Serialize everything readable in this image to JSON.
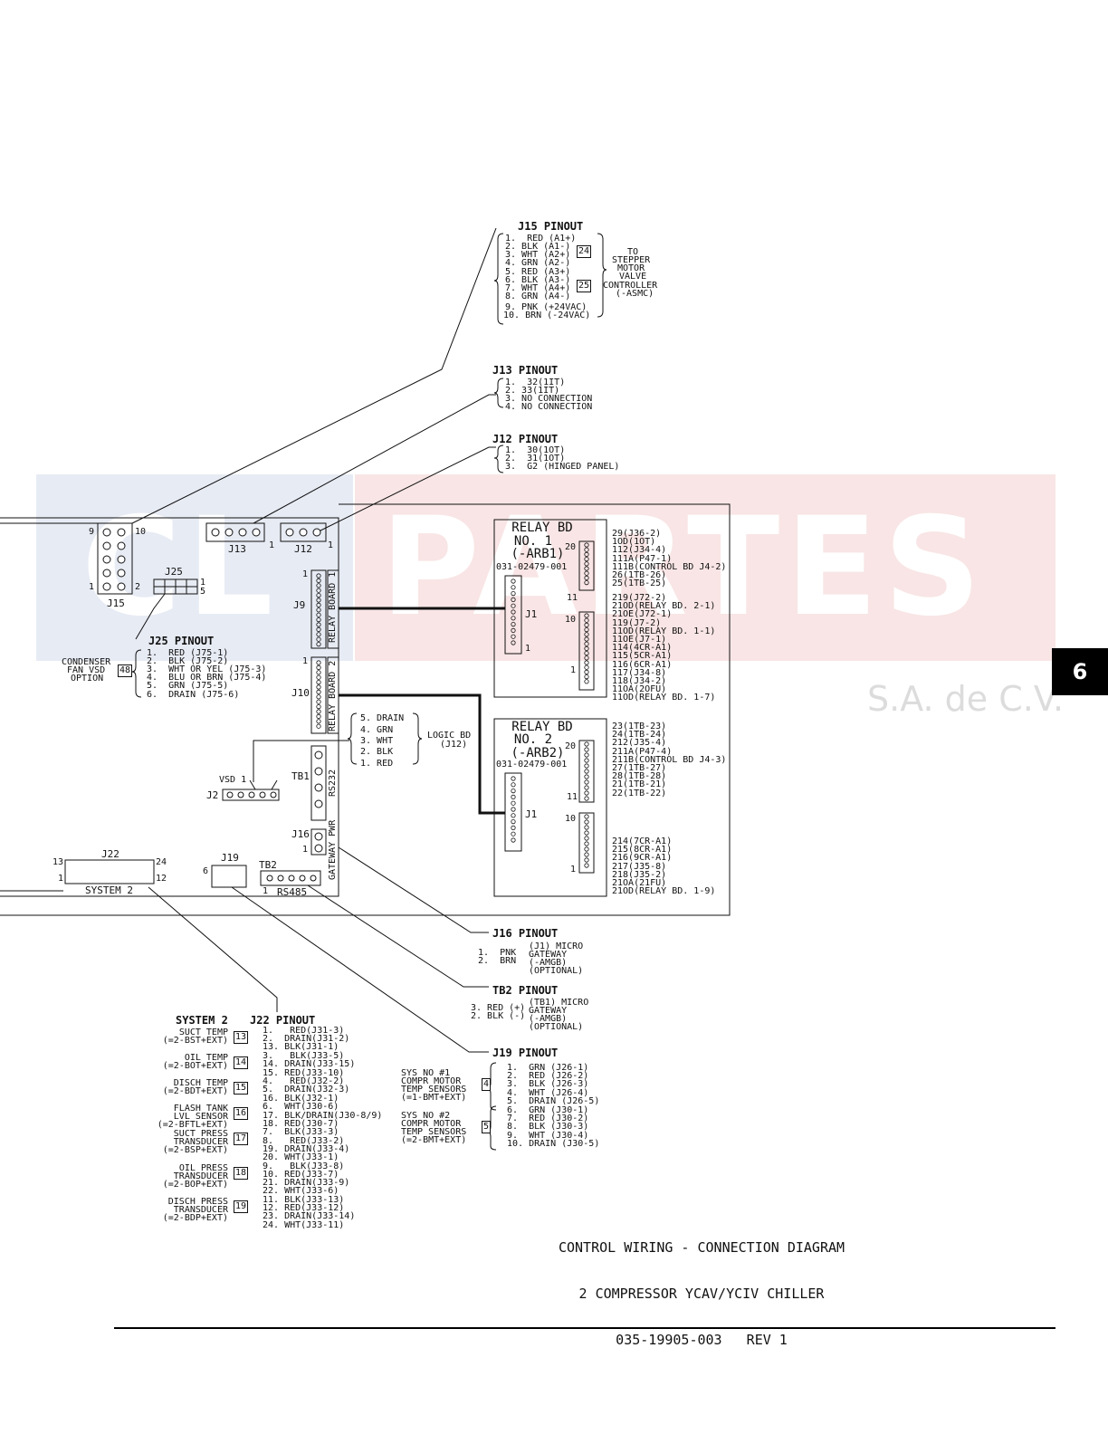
{
  "watermark": {
    "left_text": "CL",
    "right_text": "PARTES",
    "sub_text": "S.A. de C.V.",
    "colors": {
      "blue_band": "#e7ebf4",
      "red_band": "#f9e5e5"
    }
  },
  "section_tab": "6",
  "title_block": {
    "line1": "CONTROL WIRING - CONNECTION DIAGRAM",
    "line2": "2 COMPRESSOR YCAV/YCIV CHILLER",
    "line3": "035-19905-003   REV 1"
  },
  "j15_pinout": {
    "title": "J15 PINOUT",
    "pins": [
      "1.  RED (A1+)",
      "2. BLK (A1-)",
      "3. WHT (A2+)",
      "4. GRN (A2-)",
      "5. RED (A3+)",
      "6. BLK (A3-)",
      "7. WHT (A4+)",
      "8. GRN (A4-)",
      "9. PNK (+24VAC)",
      "10. BRN (-24VAC)"
    ],
    "box_a": "24",
    "box_b": "25",
    "dest": [
      "TO",
      "STEPPER",
      "MOTOR",
      "VALVE",
      "CONTROLLER",
      "(-ASMC)"
    ]
  },
  "j13_pinout": {
    "title": "J13 PINOUT",
    "pins": [
      "1.  32(1IT)",
      "2. 33(1IT)",
      "3. NO CONNECTION",
      "4. NO CONNECTION"
    ]
  },
  "j12_pinout": {
    "title": "J12 PINOUT",
    "pins": [
      "1.  30(1OT)",
      "2.  31(1OT)",
      "3.  G2 (HINGED PANEL)"
    ]
  },
  "j25_pinout": {
    "title": "J25 PINOUT",
    "label": [
      "CONDENSER",
      "FAN VSD",
      "OPTION"
    ],
    "box": "48",
    "pins": [
      "1.  RED (J75-1)",
      "2.  BLK (J75-2)",
      "3.  WHT OR YEL (J75-3)",
      "4.  BLU OR BRN (J75-4)",
      "5.  GRN (J75-5)",
      "6.  DRAIN (J75-6)"
    ]
  },
  "board": {
    "j15": {
      "label": "J15",
      "pin_tl": "9",
      "pin_tr": "10",
      "pin_bl": "1",
      "pin_br": "2"
    },
    "j13": {
      "label": "J13",
      "pin": "1"
    },
    "j12": {
      "label": "J12",
      "pin": "1"
    },
    "j25": {
      "label": "J25",
      "pin_top": "1",
      "pin_bot": "5"
    },
    "j9": {
      "label": "J9",
      "pin": "1",
      "vert": "RELAY BOARD 1"
    },
    "j10": {
      "label": "J10",
      "pin": "1",
      "vert": "RELAY BOARD 2"
    },
    "tb1": {
      "label": "TB1",
      "vert": "RS232"
    },
    "j16": {
      "label": "J16",
      "pin": "1",
      "vert": "GATEWAY PWR"
    },
    "j22": {
      "label": "J22",
      "pin_tl": "13",
      "pin_bl": "1",
      "pin_tr": "24",
      "pin_br": "12",
      "system": "SYSTEM 2"
    },
    "j19": {
      "label": "J19",
      "pin": "6"
    },
    "tb2": {
      "label": "TB2",
      "pin": "1",
      "sub": "RS485"
    },
    "j2": {
      "label": "J2",
      "vsd": "VSD 1"
    }
  },
  "logic_bd": {
    "pins": [
      "5. DRAIN",
      "4. GRN",
      "3. WHT",
      "2. BLK",
      "1. RED"
    ],
    "label": [
      "LOGIC BD",
      "(J12)"
    ]
  },
  "relay_bd1": {
    "title": [
      "RELAY BD",
      "NO. 1",
      "(-ARB1)"
    ],
    "part": "031-02479-001",
    "j1": "J1",
    "pin_20": "20",
    "pin_11": "11",
    "pin_10": "10",
    "pin_1": "1",
    "pin_j1": "1",
    "upper": [
      "29(J36-2)",
      "1OD(1OT)",
      "112(J34-4)",
      "111A(P47-1)",
      "111B(CONTROL BD J4-2)",
      "26(1TB-26)",
      "25(1TB-25)"
    ],
    "lower": [
      "219(J72-2)",
      "21OD(RELAY BD. 2-1)",
      "21OE(J72-1)",
      "119(J7-2)",
      "11OD(RELAY BD. 1-1)",
      "11OE(J7-1)",
      "114(4CR-A1)",
      "115(5CR-A1)",
      "116(6CR-A1)",
      "117(J34-8)",
      "118(J34-2)",
      "11OA(2OFU)",
      "11OD(RELAY BD. 1-7)"
    ]
  },
  "relay_bd2": {
    "title": [
      "RELAY BD",
      "NO. 2",
      "(-ARB2)"
    ],
    "part": "031-02479-001",
    "j1": "J1",
    "pin_20": "20",
    "pin_11": "11",
    "pin_10": "10",
    "pin_1": "1",
    "upper": [
      "23(1TB-23)",
      "24(1TB-24)",
      "212(J35-4)",
      "211A(P47-4)",
      "211B(CONTROL BD J4-3)",
      "27(1TB-27)",
      "28(1TB-28)",
      "21(1TB-21)",
      "22(1TB-22)"
    ],
    "lower": [
      "214(7CR-A1)",
      "215(8CR-A1)",
      "216(9CR-A1)",
      "217(J35-8)",
      "218(J35-2)",
      "21OA(21FU)",
      "21OD(RELAY BD. 1-9)"
    ]
  },
  "j16_pinout": {
    "title": "J16 PINOUT",
    "pins": [
      "1.  PNK",
      "2.  BRN"
    ],
    "dest": [
      "(J1) MICRO",
      "GATEWAY",
      "(-AMGB)",
      "(OPTIONAL)"
    ]
  },
  "tb2_pinout": {
    "title": "TB2 PINOUT",
    "pins": [
      "3. RED (+)",
      "2. BLK (-)"
    ],
    "dest": [
      "(TB1) MICRO",
      "GATEWAY",
      "(-AMGB)",
      "(OPTIONAL)"
    ]
  },
  "j19_pinout": {
    "title": "J19 PINOUT",
    "groups": [
      {
        "label": [
          "SYS NO #1",
          "COMPR MOTOR",
          "TEMP SENSORS",
          "(=1-BMT+EXT)"
        ],
        "box": "4",
        "pins": [
          "1.  GRN (J26-1)",
          "2.  RED (J26-2)",
          "3.  BLK (J26-3)",
          "4.  WHT (J26-4)",
          "5.  DRAIN (J26-5)"
        ]
      },
      {
        "label": [
          "SYS NO #2",
          "COMPR MOTOR",
          "TEMP SENSORS",
          "(=2-BMT+EXT)"
        ],
        "box": "5",
        "pins": [
          "6.  GRN (J30-1)",
          "7.  RED (J30-2)",
          "8.  BLK (J30-3)",
          "9.  WHT (J30-4)",
          "10. DRAIN (J30-5)"
        ]
      }
    ]
  },
  "j22_pinout": {
    "system": "SYSTEM 2",
    "title": "J22 PINOUT",
    "groups": [
      {
        "label": [
          "SUCT TEMP",
          "(=2-BST+EXT)"
        ],
        "box": "13",
        "pins": [
          "1.   RED(J31-3)",
          "2.  DRAIN(J31-2)",
          "13. BLK(J31-1)"
        ]
      },
      {
        "label": [
          "OIL TEMP",
          "(=2-BOT+EXT)"
        ],
        "box": "14",
        "pins": [
          "3.   BLK(J33-5)",
          "14. DRAIN(J33-15)",
          "15. RED(J33-10)"
        ]
      },
      {
        "label": [
          "DISCH TEMP",
          "(=2-BDT+EXT)"
        ],
        "box": "15",
        "pins": [
          "4.   RED(J32-2)",
          "5.  DRAIN(J32-3)",
          "16. BLK(J32-1)"
        ]
      },
      {
        "label": [
          "FLASH TANK",
          "LVL SENSOR",
          "(=2-BFTL+EXT)"
        ],
        "box": "16",
        "pins": [
          "6.  WHT(J30-6)",
          "17. BLK/DRAIN(J30-8/9)",
          "18. RED(J30-7)"
        ]
      },
      {
        "label": [
          "SUCT PRESS",
          "TRANSDUCER",
          "(=2-BSP+EXT)"
        ],
        "box": "17",
        "pins": [
          "7.  BLK(J33-3)",
          "8.   RED(J33-2)",
          "19. DRAIN(J33-4)",
          "20. WHT(J33-1)"
        ]
      },
      {
        "label": [
          "OIL PRESS",
          "TRANSDUCER",
          "(=2-BOP+EXT)"
        ],
        "box": "18",
        "pins": [
          "9.   BLK(J33-8)",
          "10. RED(J33-7)",
          "21. DRAIN(J33-9)",
          "22. WHT(J33-6)"
        ]
      },
      {
        "label": [
          "DISCH PRESS",
          "TRANSDUCER",
          "(=2-BDP+EXT)"
        ],
        "box": "19",
        "pins": [
          "11. BLK(J33-13)",
          "12. RED(J33-12)",
          "23. DRAIN(J33-14)",
          "24. WHT(J33-11)"
        ]
      }
    ]
  }
}
